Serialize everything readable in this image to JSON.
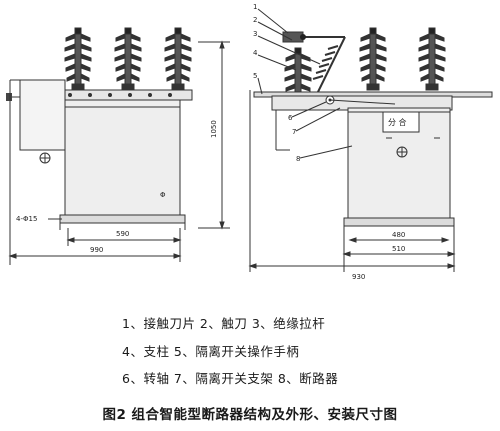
{
  "dimensions": {
    "left_height": "1050",
    "left_hole_label": "4-Φ15",
    "left_base_width": "590",
    "left_overall_width": "990",
    "right_inner_width": "480",
    "right_mid_width": "510",
    "right_overall_width": "930"
  },
  "nameplate": {
    "label": "分 合"
  },
  "left_marker": {
    "label": "Φ"
  },
  "callouts": [
    "1",
    "2",
    "3",
    "4",
    "5",
    "6",
    "7",
    "8"
  ],
  "legend": {
    "rows": [
      "1、接触刀片   2、触刀   3、绝缘拉杆",
      "4、支柱   5、隔离开关操作手柄",
      "6、转轴   7、隔离开关支架   8、断路器"
    ]
  },
  "caption": "图2  组合智能型断路器结构及外形、安装尺寸图"
}
